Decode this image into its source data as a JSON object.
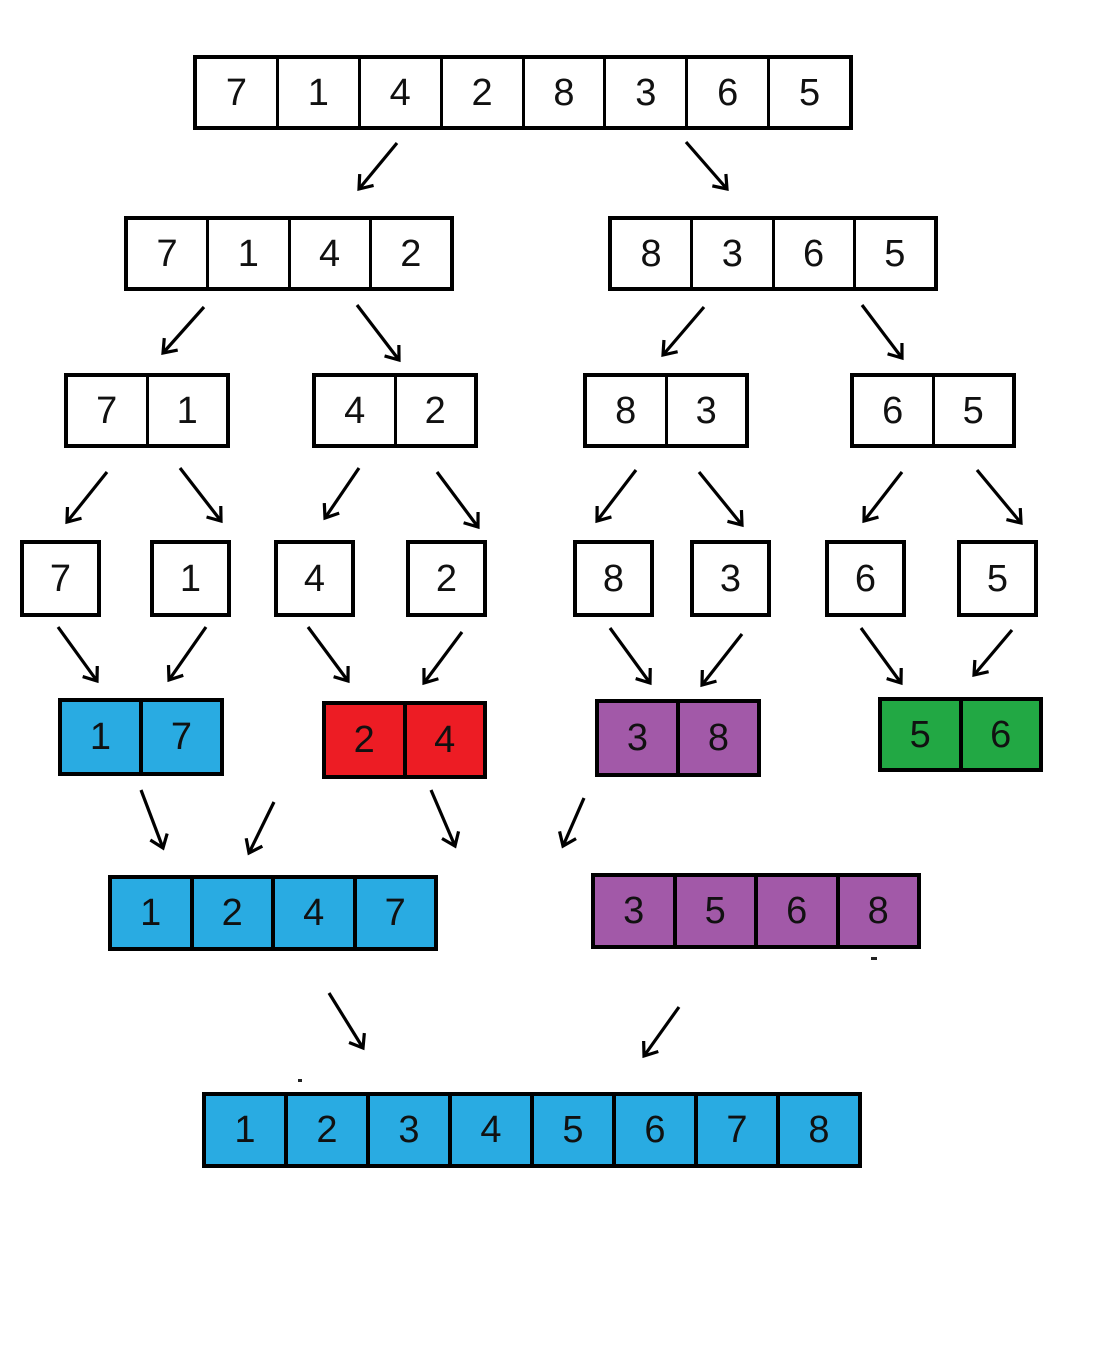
{
  "diagram_type": "merge-sort-trace",
  "colors": {
    "white": "#ffffff",
    "blue": "#29abe2",
    "red": "#ed1c24",
    "purple": "#a259a8",
    "green": "#22a844",
    "border": "#000000",
    "arrow": "#000000"
  },
  "rows": [
    {
      "name": "initial-array",
      "color": "white",
      "values": [
        "7",
        "1",
        "4",
        "2",
        "8",
        "3",
        "6",
        "5"
      ]
    },
    {
      "name": "split-left-half",
      "color": "white",
      "values": [
        "7",
        "1",
        "4",
        "2"
      ]
    },
    {
      "name": "split-right-half",
      "color": "white",
      "values": [
        "8",
        "3",
        "6",
        "5"
      ]
    },
    {
      "name": "split-pair-71",
      "color": "white",
      "values": [
        "7",
        "1"
      ]
    },
    {
      "name": "split-pair-42",
      "color": "white",
      "values": [
        "4",
        "2"
      ]
    },
    {
      "name": "split-pair-83",
      "color": "white",
      "values": [
        "8",
        "3"
      ]
    },
    {
      "name": "split-pair-65",
      "color": "white",
      "values": [
        "6",
        "5"
      ]
    },
    {
      "name": "single-7",
      "color": "white",
      "values": [
        "7"
      ]
    },
    {
      "name": "single-1",
      "color": "white",
      "values": [
        "1"
      ]
    },
    {
      "name": "single-4",
      "color": "white",
      "values": [
        "4"
      ]
    },
    {
      "name": "single-2",
      "color": "white",
      "values": [
        "2"
      ]
    },
    {
      "name": "single-8",
      "color": "white",
      "values": [
        "8"
      ]
    },
    {
      "name": "single-3",
      "color": "white",
      "values": [
        "3"
      ]
    },
    {
      "name": "single-6",
      "color": "white",
      "values": [
        "6"
      ]
    },
    {
      "name": "single-5",
      "color": "white",
      "values": [
        "5"
      ]
    },
    {
      "name": "merged-pair-17",
      "color": "blue",
      "values": [
        "1",
        "7"
      ]
    },
    {
      "name": "merged-pair-24",
      "color": "red",
      "values": [
        "2",
        "4"
      ]
    },
    {
      "name": "merged-pair-38",
      "color": "purple",
      "values": [
        "3",
        "8"
      ]
    },
    {
      "name": "merged-pair-56",
      "color": "green",
      "values": [
        "5",
        "6"
      ]
    },
    {
      "name": "merged-quad-1247",
      "color": "blue",
      "values": [
        "1",
        "2",
        "4",
        "7"
      ]
    },
    {
      "name": "merged-quad-3568",
      "color": "purple",
      "values": [
        "3",
        "5",
        "6",
        "8"
      ]
    },
    {
      "name": "sorted-array",
      "color": "blue",
      "values": [
        "1",
        "2",
        "3",
        "4",
        "5",
        "6",
        "7",
        "8"
      ]
    }
  ]
}
